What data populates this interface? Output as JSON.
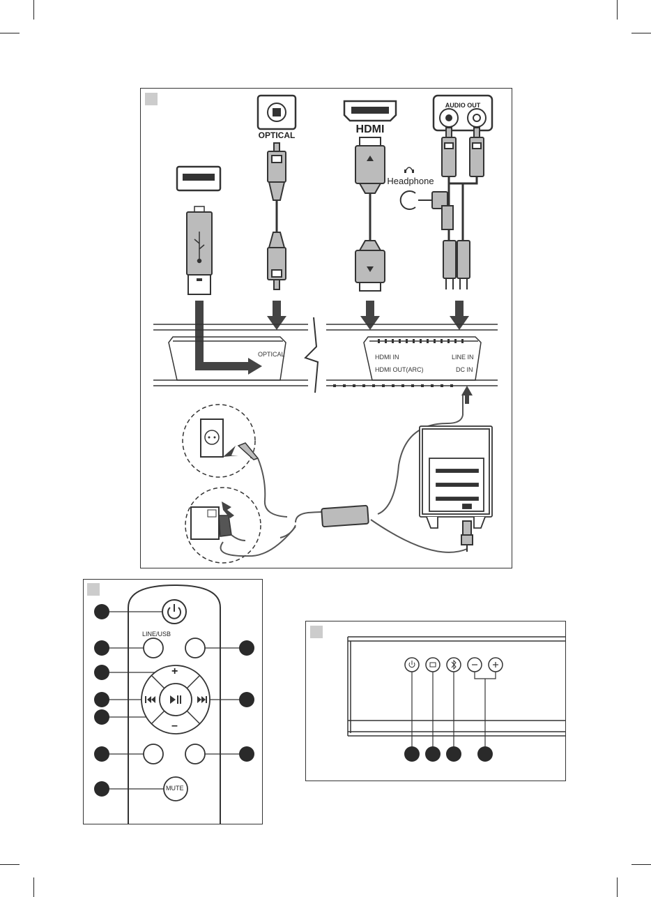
{
  "connections": {
    "optical": "OPTICAL",
    "hdmi": "HDMI",
    "audio_out": "AUDIO OUT",
    "headphone": "Headphone"
  },
  "soundbar_ports": {
    "optical": "OPTICAL",
    "hdmi_in": "HDMI IN",
    "hdmi_out": "HDMI OUT(ARC)",
    "line_in": "LINE IN",
    "dc_in": "DC IN"
  },
  "remote": {
    "line_usb": "LINE/USB",
    "plus": "+",
    "minus": "–",
    "mute": "MUTE"
  }
}
